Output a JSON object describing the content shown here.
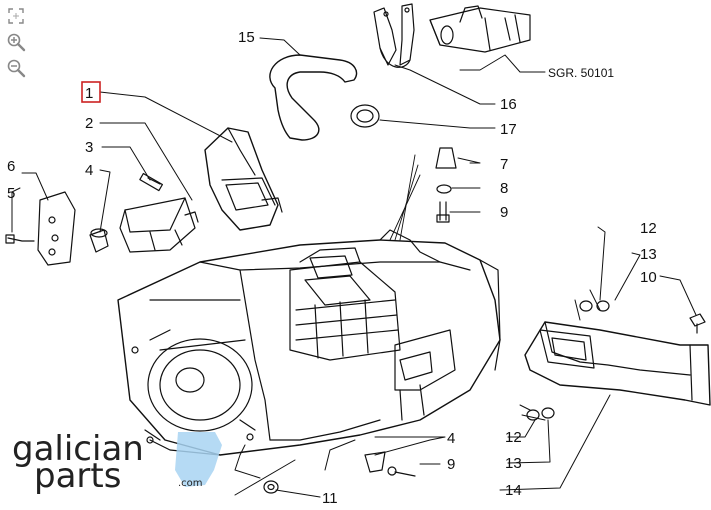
{
  "toolbar": {
    "fit_icon": "fit-screen-icon",
    "zoom_in_icon": "zoom-in-icon",
    "zoom_out_icon": "zoom-out-icon"
  },
  "diagram": {
    "callouts": {
      "c1": "1",
      "c2": "2",
      "c3": "3",
      "c4a": "4",
      "c5": "5",
      "c6": "6",
      "c7": "7",
      "c8": "8",
      "c9a": "9",
      "c10": "10",
      "c11": "11",
      "c12a": "12",
      "c13a": "13",
      "c12b": "12",
      "c13b": "13",
      "c14": "14",
      "c15": "15",
      "c16": "16",
      "c17": "17",
      "c4b": "4",
      "c9b": "9"
    },
    "reference": "SGR. 50101",
    "highlight_color": "#cc2222"
  },
  "brand": {
    "line1": "galician",
    "line2": "parts",
    "suffix": ".com",
    "accent_color": "#3a8fd0"
  }
}
